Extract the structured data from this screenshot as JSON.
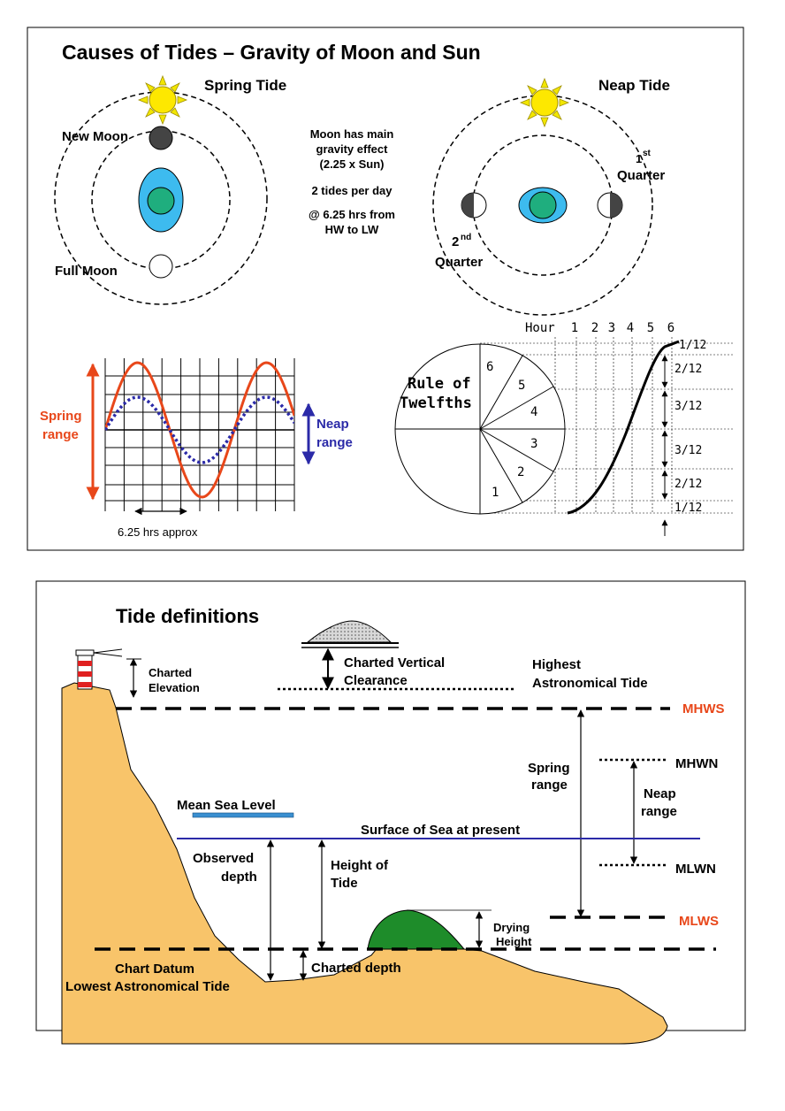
{
  "panel1": {
    "title": "Causes of Tides – Gravity of Moon and Sun",
    "spring": {
      "heading": "Spring Tide",
      "new_moon": "New Moon",
      "full_moon": "Full Moon"
    },
    "info": [
      "Moon has main",
      "gravity effect",
      "(2.25 x Sun)",
      "2 tides per day",
      "@ 6.25 hrs from",
      "HW to LW"
    ],
    "neap": {
      "heading": "Neap Tide",
      "first_sup": "st",
      "first_num": "1",
      "first_word": "Quarter",
      "second_num": "2",
      "second_sup": "nd",
      "second_word": "Quarter"
    },
    "wave": {
      "spring_label": [
        "Spring",
        "range"
      ],
      "neap_label": [
        "Neap",
        "range"
      ],
      "period_label": "6.25 hrs approx",
      "colors": {
        "spring": "#e8471a",
        "neap": "#2b2aa8"
      }
    },
    "twelfths": {
      "title": [
        "Rule of",
        "Twelfths"
      ],
      "hour_label": "Hour",
      "hours": [
        "1",
        "2",
        "3",
        "4",
        "5",
        "6"
      ],
      "segments": [
        "1",
        "2",
        "3",
        "4",
        "5",
        "6"
      ],
      "fractions": [
        "1/12",
        "2/12",
        "3/12",
        "3/12",
        "2/12",
        "1/12"
      ]
    }
  },
  "panel2": {
    "title": "Tide definitions",
    "charted_elevation": [
      "Charted",
      "Elevation"
    ],
    "charted_vertical_clearance": [
      "Charted Vertical",
      "Clearance"
    ],
    "hat": [
      "Highest",
      "Astronomical Tide"
    ],
    "mhws": "MHWS",
    "mhwn": "MHWN",
    "mlwn": "MLWN",
    "mlws": "MLWS",
    "spring_range": [
      "Spring",
      "range"
    ],
    "neap_range": [
      "Neap",
      "range"
    ],
    "mean_sea_level": "Mean Sea Level",
    "surface": "Surface of Sea at present",
    "observed_depth": [
      "Observed",
      "depth"
    ],
    "height_of_tide": [
      "Height of",
      "Tide"
    ],
    "drying_height": [
      "Drying",
      "Height"
    ],
    "chart_datum": [
      "Chart Datum",
      "Lowest Astronomical Tide"
    ],
    "charted_depth": "Charted depth",
    "colors": {
      "land": "#f8c46a",
      "sea_line": "#2b2aa8",
      "msl": "#3a8fd0",
      "rock": "#1e8c2a",
      "red_label": "#e8471a"
    }
  }
}
